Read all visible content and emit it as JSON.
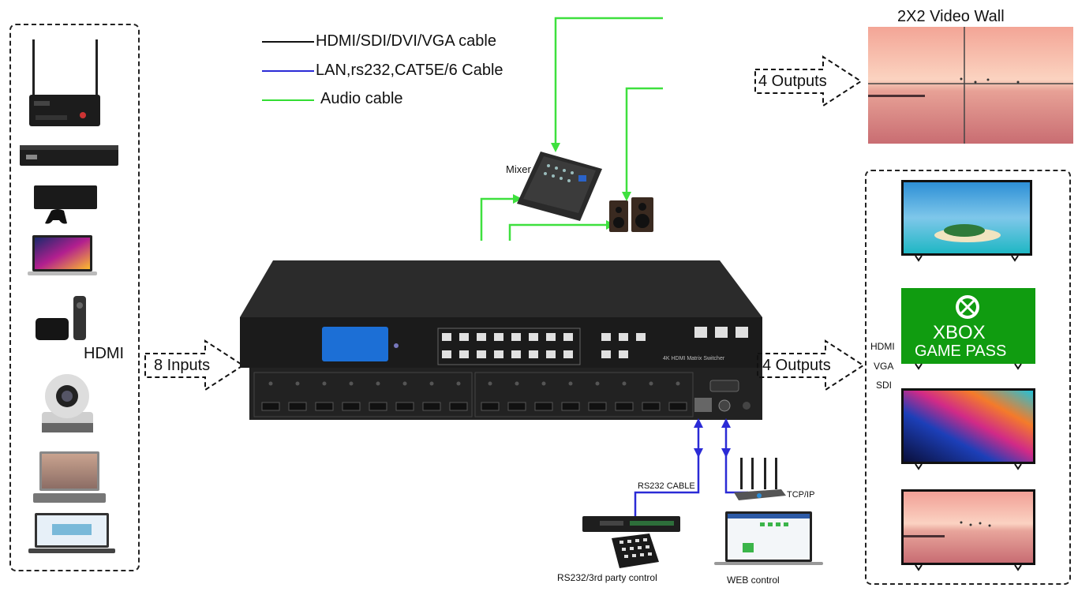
{
  "legend": {
    "hdmi_cable": "HDMI/SDI/DVI/VGA cable",
    "lan_cable": "LAN,rs232,CAT5E/6 Cable",
    "audio_cable": "Audio cable",
    "colors": {
      "hdmi": "#111111",
      "lan": "#2b2bd6",
      "audio": "#33dd33"
    }
  },
  "video_wall": {
    "title": "2X2 Video Wall",
    "outputs_label": "4 Outputs"
  },
  "matrix": {
    "inputs_label": "8 Inputs",
    "outputs_label": "4 Outputs",
    "model_text": "4K HDMI Matrix Switcher"
  },
  "sources": {
    "label": "HDMI"
  },
  "output_types": [
    "HDMI",
    "VGA",
    "SDI"
  ],
  "mixer": {
    "label": "Mixer"
  },
  "control": {
    "rs232_cable": "RS232 CABLE",
    "tcpip": "TCP/IP",
    "rs232_control": "RS232/3rd party control",
    "web_control": "WEB control"
  },
  "xbox": {
    "line1": "XBOX",
    "line2": "GAME PASS"
  }
}
